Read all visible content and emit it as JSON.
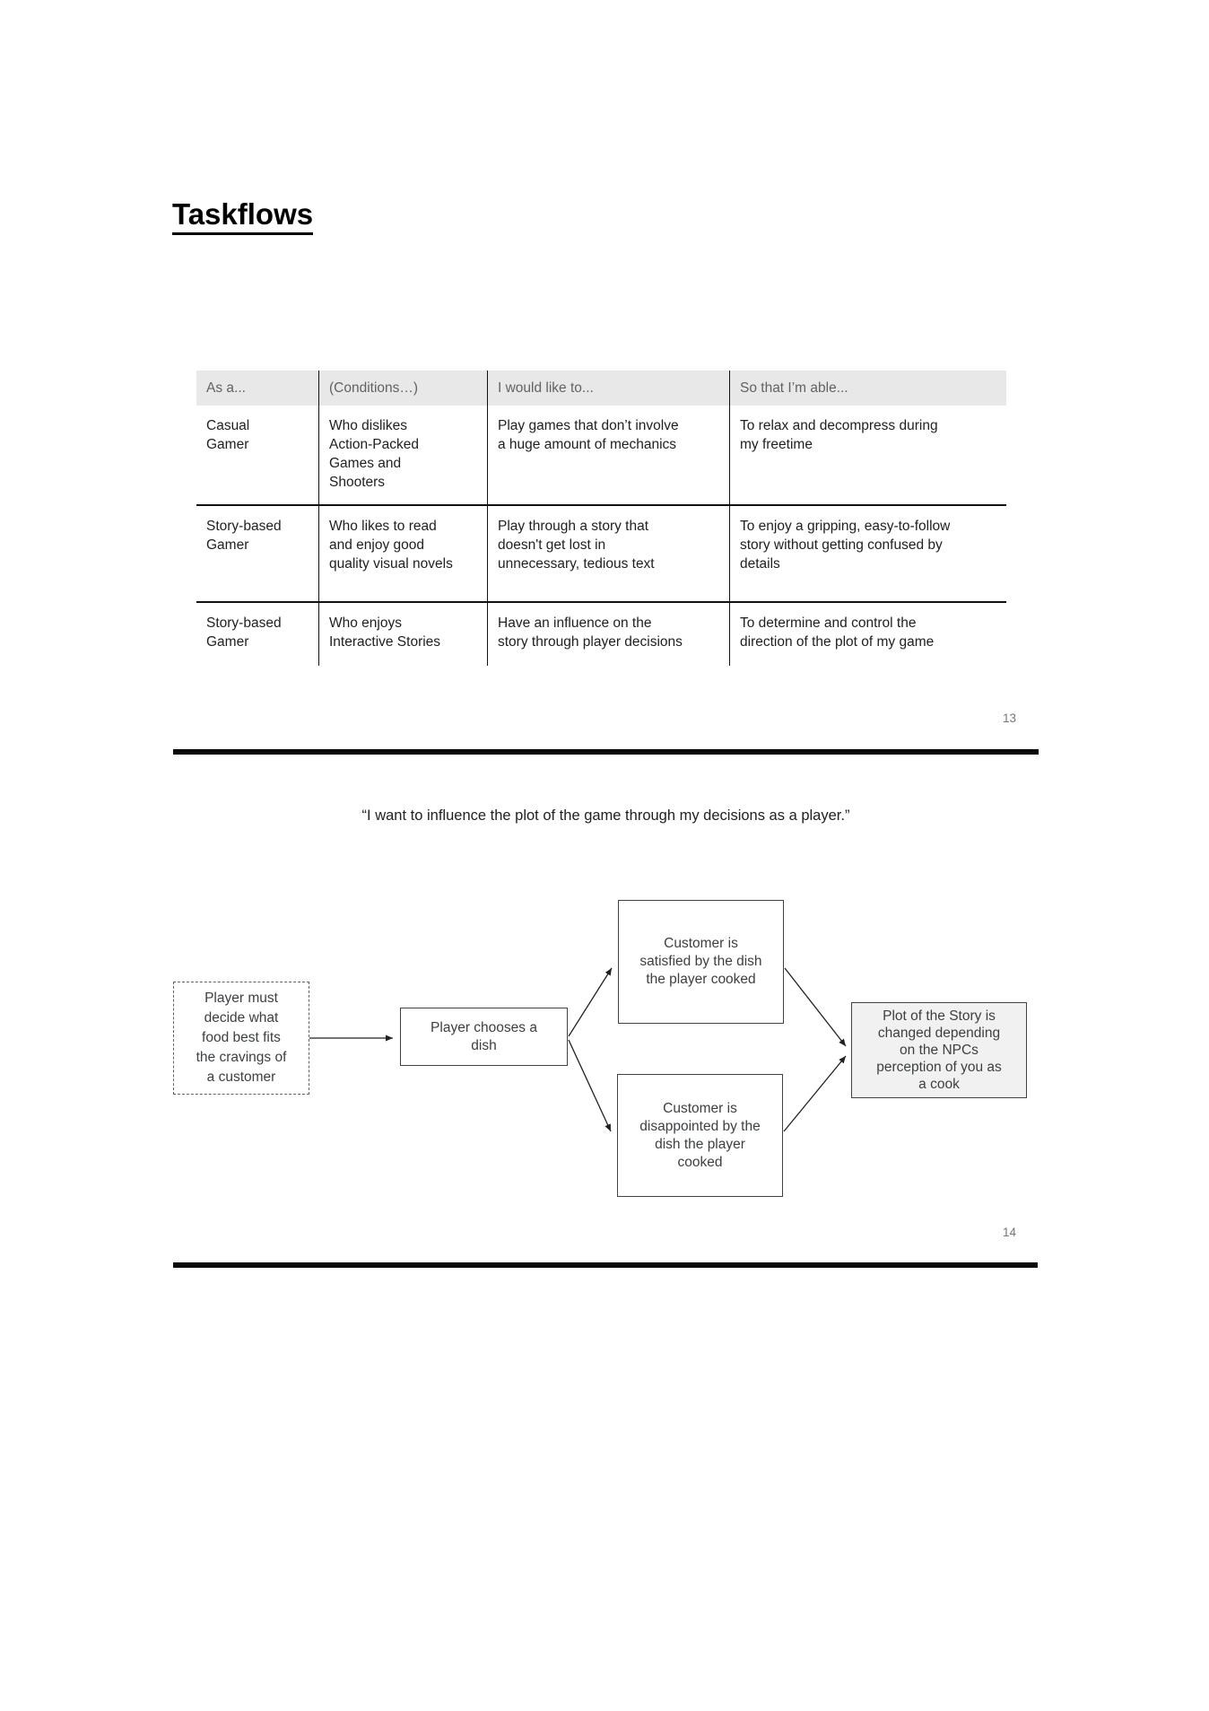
{
  "title": "Taskflows",
  "table": {
    "headers": [
      "As a...",
      "(Conditions…)",
      "I would like to...",
      "So that I’m able..."
    ],
    "rows": [
      [
        "Casual\nGamer",
        "Who dislikes\nAction-Packed\nGames and\nShooters",
        "Play games that don’t involve\na huge amount of mechanics",
        "To relax and decompress during\nmy freetime"
      ],
      [
        "Story-based\nGamer",
        "Who likes to read\nand enjoy good\nquality visual novels",
        "Play through a story that\ndoesn't get lost in\nunnecessary, tedious text",
        "To enjoy a gripping, easy-to-follow\nstory without getting confused by\ndetails"
      ],
      [
        "Story-based\nGamer",
        "Who enjoys\nInteractive Stories",
        "Have an influence on the\nstory through player decisions",
        "To determine and control the\ndirection of the plot of my game"
      ]
    ]
  },
  "quote": "“I want to influence the plot of the game through my decisions as a player.”",
  "flowchart": {
    "nodes": {
      "start": "Player must\ndecide what\nfood best fits\nthe cravings of\na customer",
      "choose": "Player chooses a\ndish",
      "satisfied": "Customer is\nsatisfied by the dish\nthe player cooked",
      "disappointed": "Customer is\ndisappointed by the\ndish the player\ncooked",
      "plot": "Plot of the Story is\nchanged depending\non the NPCs\nperception of you as\na cook"
    }
  },
  "pages": {
    "first": "13",
    "second": "14"
  },
  "colors": {
    "table_header_bg": "#e8e8e8",
    "table_header_text": "#5f6368",
    "body_text": "#202124",
    "muted_text": "#757575",
    "gray_node_bg": "#f1f1f1",
    "divider": "#0a0a0a"
  }
}
